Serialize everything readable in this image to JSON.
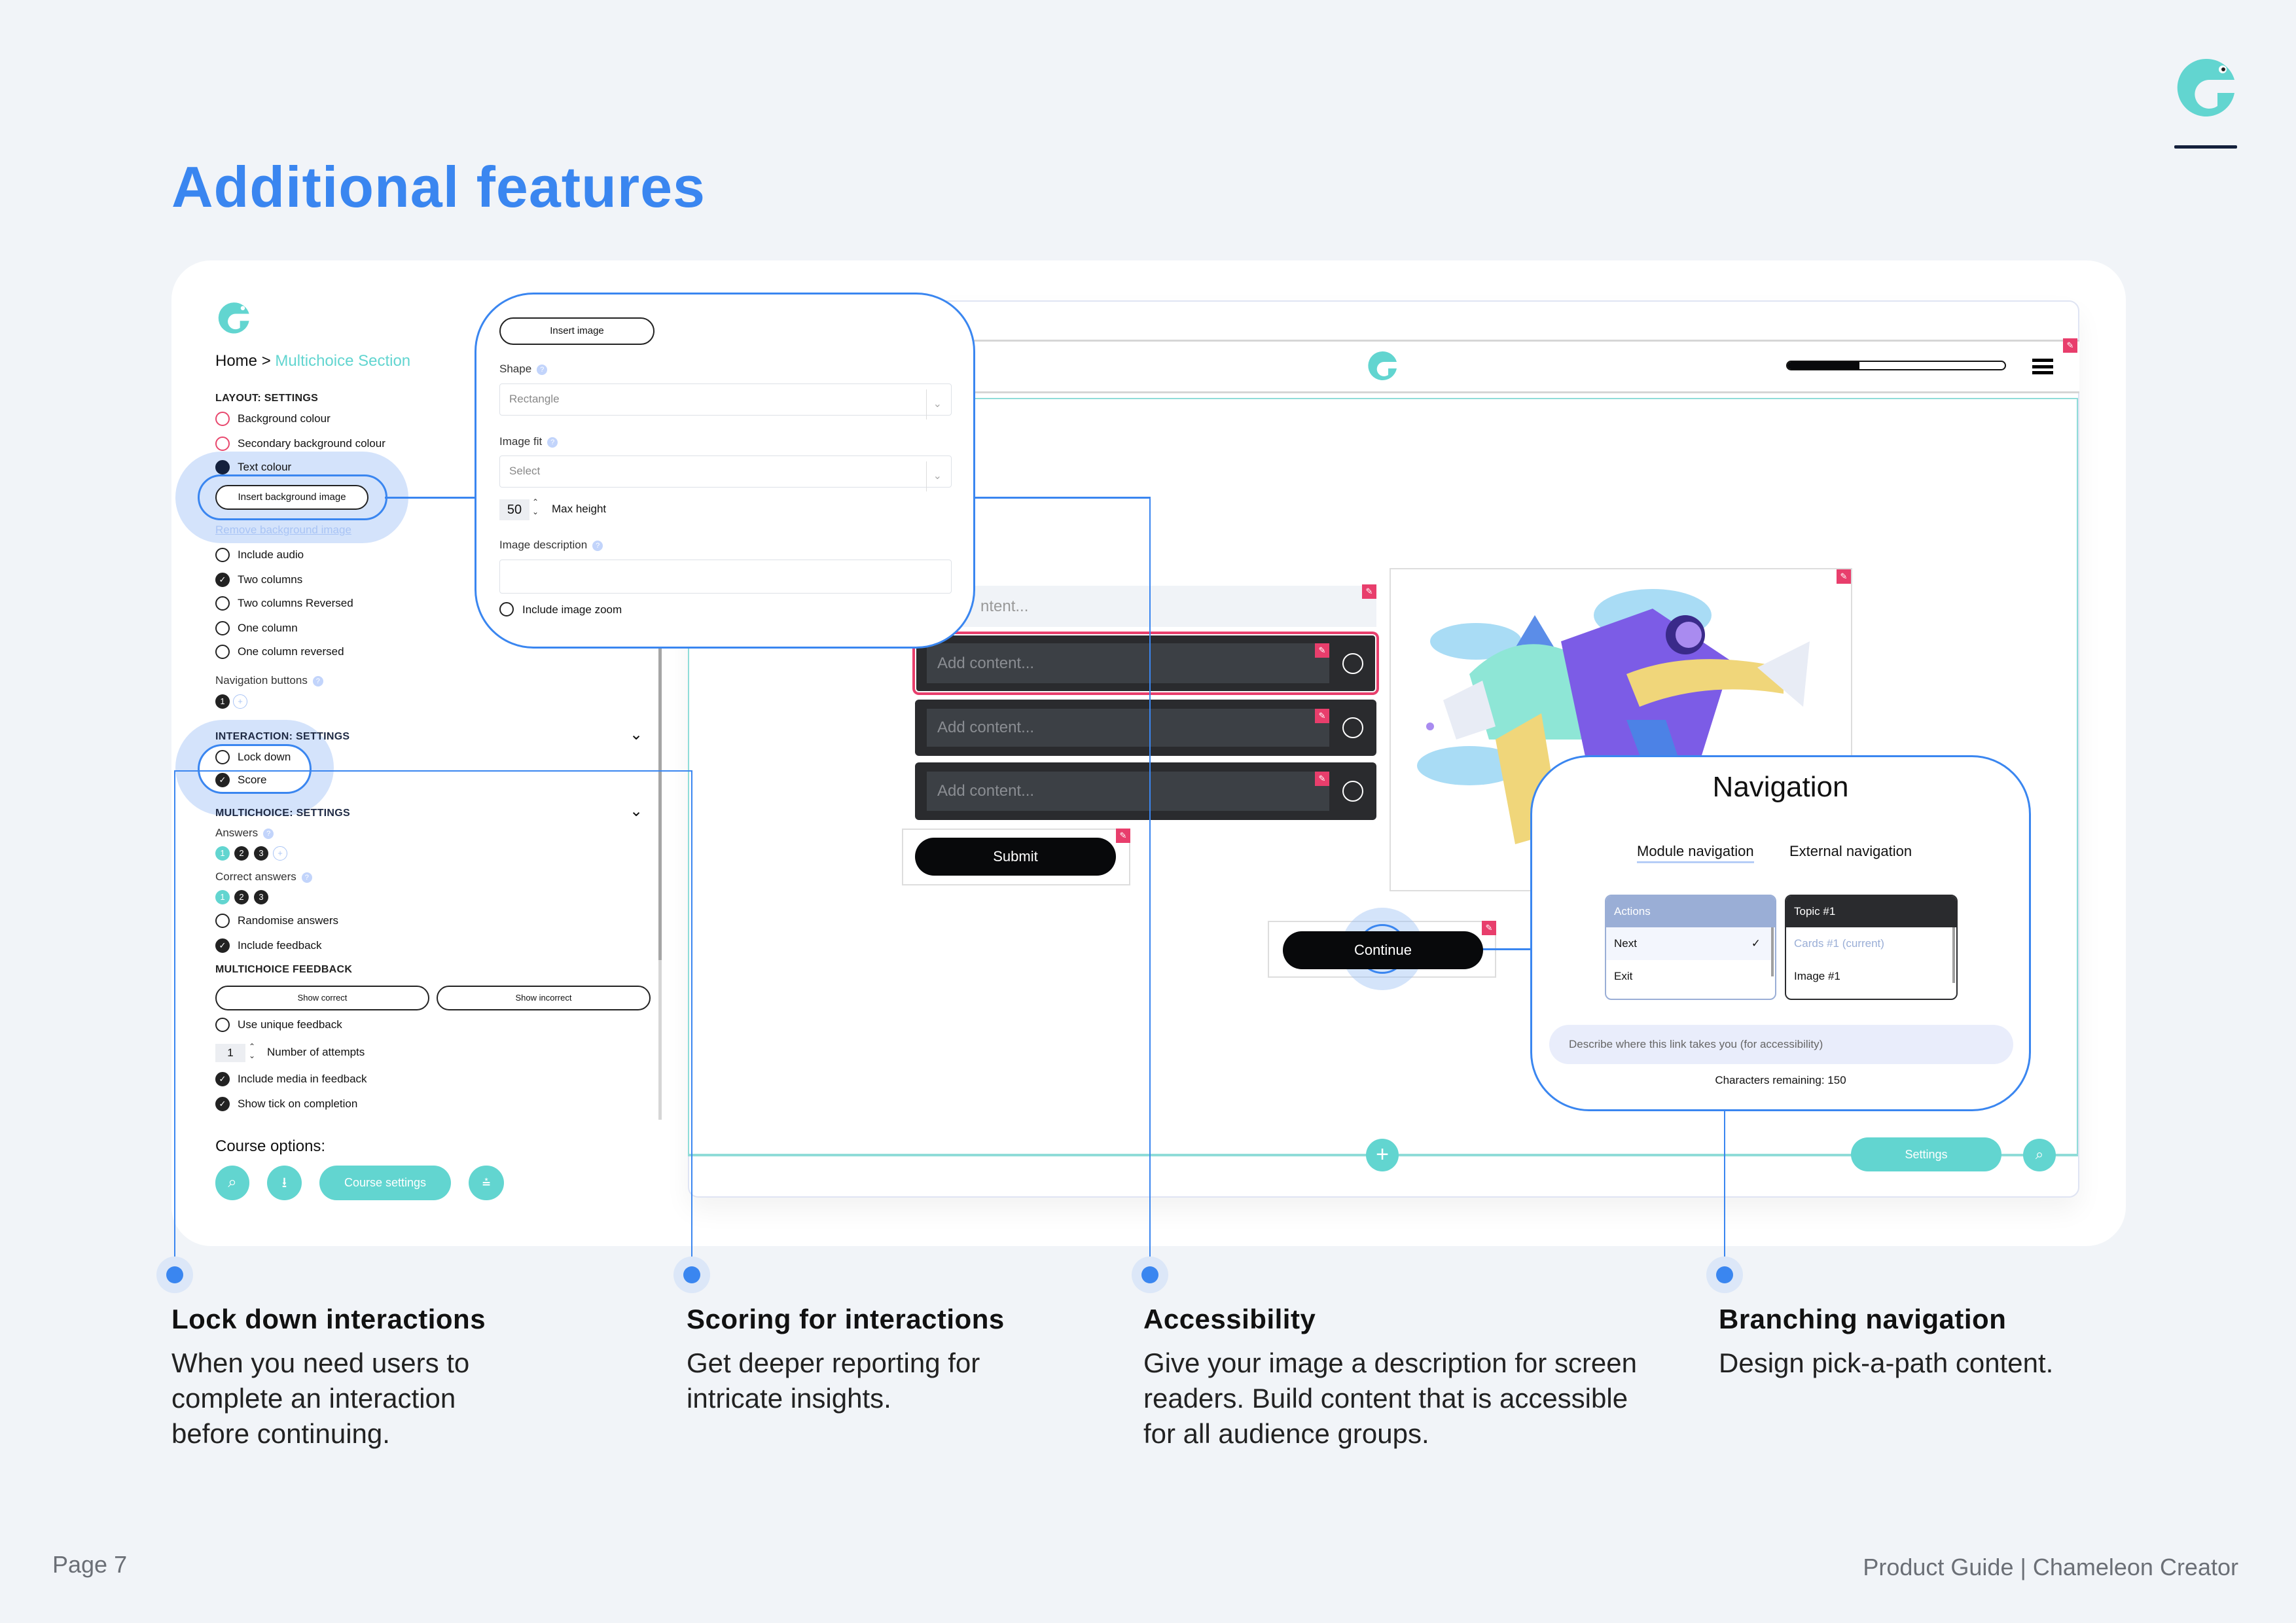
{
  "page_title": "Additional features",
  "left_panel": {
    "breadcrumb_home": "Home",
    "breadcrumb_sep": ">",
    "breadcrumb_current": "Multichoice Section",
    "layout_heading": "LAYOUT: SETTINGS",
    "background_colour": "Background colour",
    "secondary_background_colour": "Secondary background colour",
    "text_colour": "Text colour",
    "insert_background_image": "Insert background image",
    "remove_background_image": "Remove background image",
    "include_audio": "Include audio",
    "two_columns": "Two columns",
    "two_columns_reversed": "Two columns Reversed",
    "one_column": "One column",
    "one_column_reversed": "One column reversed",
    "navigation_buttons": "Navigation buttons",
    "nav_button_1": "1",
    "interaction_heading": "INTERACTION: SETTINGS",
    "lock_down": "Lock down",
    "score": "Score",
    "multichoice_heading": "MULTICHOICE: SETTINGS",
    "answers": "Answers",
    "answer_numbers": [
      "1",
      "2",
      "3"
    ],
    "correct_answers": "Correct answers",
    "correct_numbers": [
      "1",
      "2",
      "3"
    ],
    "randomise_answers": "Randomise answers",
    "include_feedback": "Include feedback",
    "feedback_heading": "MULTICHOICE FEEDBACK",
    "show_correct": "Show correct",
    "show_incorrect": "Show incorrect",
    "use_unique_feedback": "Use unique feedback",
    "attempts_value": "1",
    "number_of_attempts": "Number of attempts",
    "include_media": "Include media in feedback",
    "show_tick": "Show tick on completion",
    "course_options": "Course options:",
    "course_settings": "Course settings",
    "help": "?",
    "check": "✓"
  },
  "image_panel": {
    "insert_image": "Insert image",
    "shape_label": "Shape",
    "shape_value": "Rectangle",
    "image_fit_label": "Image fit",
    "image_fit_value": "Select",
    "max_height_value": "50",
    "max_height_label": "Max height",
    "image_description_label": "Image description",
    "image_description_value": "",
    "include_image_zoom": "Include image zoom"
  },
  "preview": {
    "progress_percent": 33,
    "partial_content": "ntent...",
    "answer_placeholders": [
      "Add content...",
      "Add content...",
      "Add content..."
    ],
    "submit": "Submit",
    "continue": "Continue",
    "settings": "Settings",
    "plus": "+"
  },
  "navigation_panel": {
    "title": "Navigation",
    "tab_module": "Module navigation",
    "tab_external": "External navigation",
    "actions_header": "Actions",
    "actions": [
      "Next",
      "Exit"
    ],
    "selected_mark": "✓",
    "topic_header": "Topic #1",
    "topic_items": [
      "Cards #1 (current)",
      "Image #1"
    ],
    "describe_placeholder": "Describe where this link takes you (for accessibility)",
    "characters_remaining": "Characters remaining: 150"
  },
  "features": [
    {
      "title": "Lock down interactions",
      "body": "When you need users to complete an interaction before continuing."
    },
    {
      "title": "Scoring for interactions",
      "body": "Get deeper reporting for intricate insights."
    },
    {
      "title": "Accessibility",
      "body": "Give your image a description for screen readers. Build content that is accessible for all audience groups."
    },
    {
      "title": "Branching navigation",
      "body": "Design pick-a-path content."
    }
  ],
  "footer": {
    "page": "Page 7",
    "product": "Product Guide | Chameleon Creator"
  },
  "colors": {
    "accent": "#3a86f0",
    "teal": "#62d5d0",
    "pink": "#e83e6c",
    "background": "#f1f4f8"
  }
}
